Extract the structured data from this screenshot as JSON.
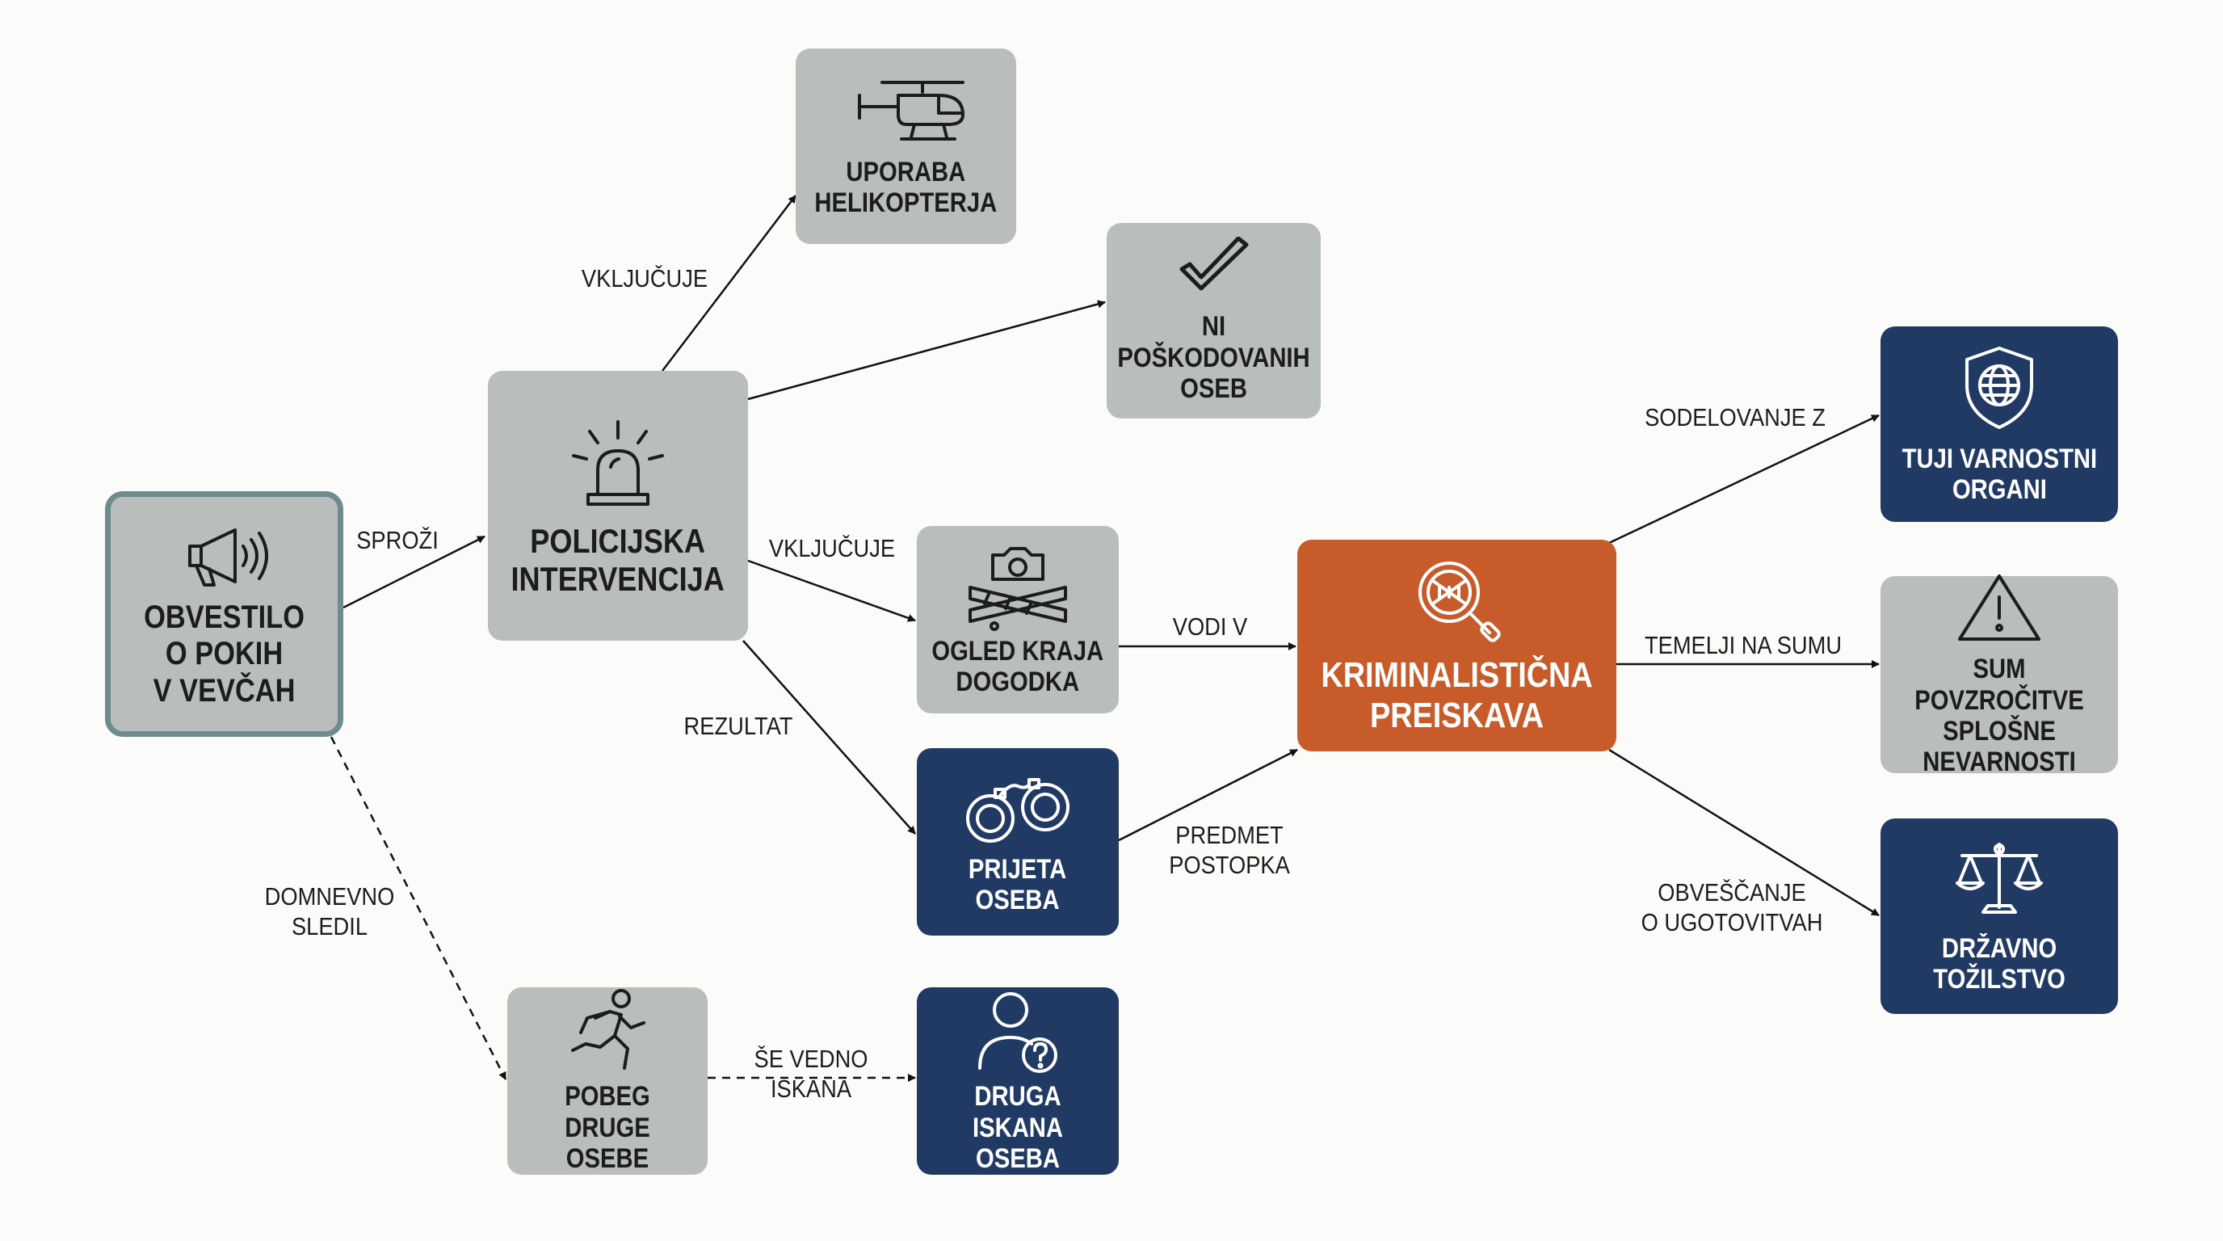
{
  "nodes": {
    "obvestilo": {
      "label": "OBVESTILO\nO POKIH\nV VEVČAH",
      "icon": "megaphone-icon"
    },
    "intervencija": {
      "label": "POLICIJSKA\nINTERVENCIJA",
      "icon": "police-siren-icon"
    },
    "helikopter": {
      "label": "UPORABA\nHELIKOPTERJA",
      "icon": "helicopter-icon"
    },
    "poskodovanih": {
      "label": "NI\nPOŠKODOVANIH\nOSEB",
      "icon": "checkmark-icon"
    },
    "ogled": {
      "label": "OGLED KRAJA\nDOGODKA",
      "icon": "crime-scene-camera-icon"
    },
    "prijeta": {
      "label": "PRIJETA\nOSEBA",
      "icon": "handcuffs-icon"
    },
    "pobeg": {
      "label": "POBEG DRUGE\nOSEBE",
      "icon": "running-person-icon"
    },
    "iskana": {
      "label": "DRUGA ISKANA\nOSEBA",
      "icon": "person-question-icon"
    },
    "preiskava": {
      "label": "KRIMINALISTIČNA\nPREISKAVA",
      "icon": "dna-magnifier-icon"
    },
    "tuji": {
      "label": "TUJI VARNOSTNI\nORGANI",
      "icon": "shield-globe-icon"
    },
    "sum": {
      "label": "SUM POVZROČITVE\nSPLOŠNE\nNEVARNOSTI",
      "icon": "warning-triangle-icon"
    },
    "tozilstvo": {
      "label": "DRŽAVNO\nTOŽILSTVO",
      "icon": "scales-icon"
    }
  },
  "edges": {
    "sprozi": "SPROŽI",
    "vkljucuje_heli": "VKLJUČUJE",
    "vkljucuje_ogled": "VKLJUČUJE",
    "rezultat": "REZULTAT",
    "vodi_v": "VODI V",
    "predmet_postopka": "PREDMET\nPOSTOPKA",
    "domnevno_sledil": "DOMNEVNO\nSLEDIL",
    "se_vedno_iskana": "ŠE VEDNO\nISKANA",
    "sodelovanje_z": "SODELOVANJE Z",
    "temelji_na_sumu": "TEMELJI NA SUMU",
    "obvescanje": "OBVEŠČANJE\nO UGOTOVITVAH"
  },
  "colors": {
    "node_gray": "#b9bdbc",
    "node_navy": "#213a63",
    "node_orange": "#c75b29",
    "start_border": "#6f8b8d",
    "line": "#111111"
  }
}
